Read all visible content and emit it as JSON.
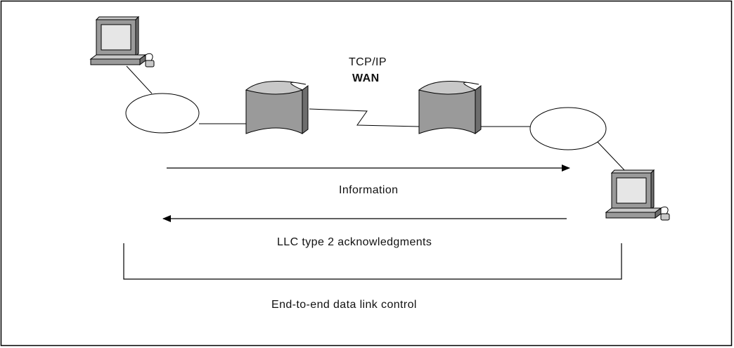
{
  "wan": {
    "protocol": "TCP/IP",
    "name": "WAN"
  },
  "arrows": {
    "forward_label": "Information",
    "backward_label": "LLC type 2 acknowledgments"
  },
  "span": {
    "label": "End-to-end data link control"
  },
  "icons": {
    "workstation": "computer-workstation-icon",
    "router": "router-icon",
    "lan": "lan-ring-icon"
  },
  "colors": {
    "device_fill": "#9a9a9a",
    "device_light": "#c8c8c8",
    "screen": "#e6e6e6",
    "stroke": "#000000"
  }
}
